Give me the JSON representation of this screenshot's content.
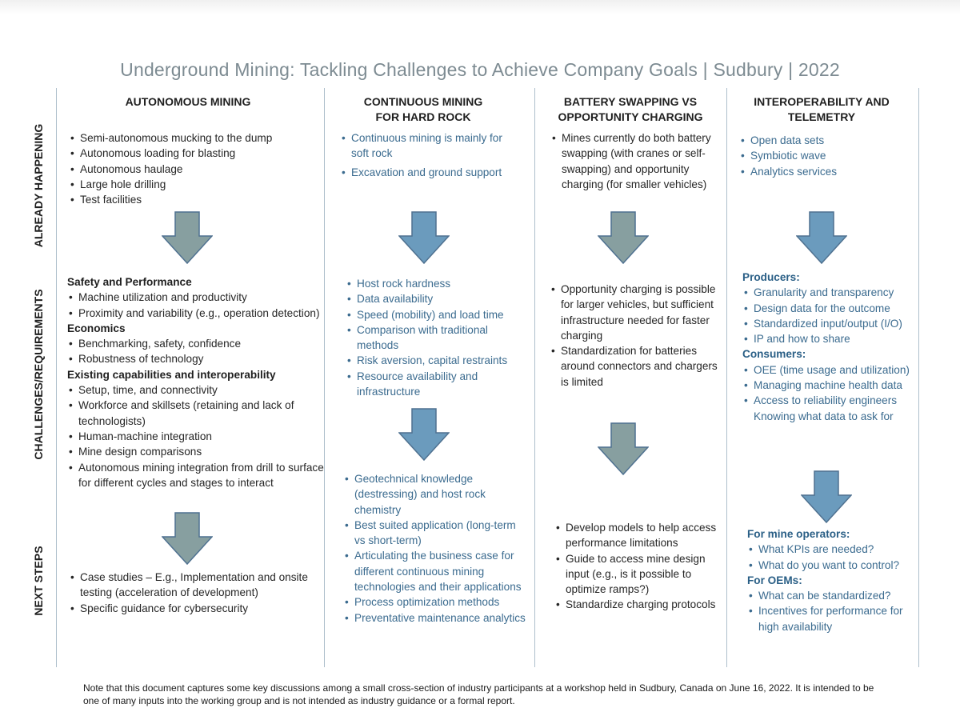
{
  "title": "Underground Mining: Tackling Challenges to Achieve Company Goals | Sudbury | 2022",
  "row_labels": {
    "already": "ALREADY HAPPENING",
    "challenges": "CHALLENGES/REQUIREMENTS",
    "next": "NEXT STEPS"
  },
  "columns": {
    "autonomous": {
      "header": "AUTONOMOUS MINING",
      "already": [
        "Semi-autonomous mucking to the dump",
        "Autonomous loading for blasting",
        "Autonomous haulage",
        "Large hole drilling",
        "Test facilities"
      ],
      "challenges": {
        "safety_head": "Safety and Performance",
        "safety": [
          "Machine utilization and productivity",
          "Proximity and variability (e.g., operation detection)"
        ],
        "economics_head": "Economics",
        "economics": [
          "Benchmarking, safety, confidence",
          "Robustness of technology"
        ],
        "existing_head": "Existing capabilities and interoperability",
        "existing": [
          "Setup, time, and connectivity",
          "Workforce and skillsets (retaining and lack of technologists)",
          "Human-machine integration",
          "Mine design comparisons",
          "Autonomous mining integration from drill to surface for different cycles and stages to interact"
        ]
      },
      "next": [
        "Case studies – E.g., Implementation and onsite testing (acceleration of development)",
        "Specific guidance for cybersecurity"
      ]
    },
    "continuous": {
      "header_line1": "CONTINUOUS MINING",
      "header_line2": "FOR HARD ROCK",
      "already": [
        "Continuous mining is mainly for soft rock",
        "Excavation and ground support"
      ],
      "challenges": [
        "Host rock hardness",
        "Data availability",
        "Speed (mobility) and load time",
        "Comparison with traditional methods",
        "Risk aversion, capital restraints",
        "Resource availability and infrastructure"
      ],
      "next": [
        "Geotechnical knowledge (destressing) and host rock chemistry",
        "Best suited application (long-term vs short-term)",
        "Articulating the business case for different continuous mining technologies and their applications",
        "Process optimization methods",
        "Preventative maintenance analytics"
      ]
    },
    "battery": {
      "header_line1": "BATTERY SWAPPING VS",
      "header_line2": "OPPORTUNITY CHARGING",
      "already": [
        "Mines currently do both battery swapping (with cranes or self-swapping) and opportunity charging (for smaller vehicles)"
      ],
      "challenges": [
        "Opportunity charging is possible for larger vehicles, but sufficient infrastructure needed for faster charging",
        "Standardization for batteries around connectors and chargers is limited"
      ],
      "next": [
        "Develop models to help access performance limitations",
        "Guide to access mine design input (e.g., is it possible to optimize ramps?)",
        "Standardize charging protocols"
      ]
    },
    "interop": {
      "header_line1": "INTEROPERABILITY AND",
      "header_line2": "TELEMETRY",
      "already": [
        "Open data sets",
        "Symbiotic wave",
        "Analytics services"
      ],
      "challenges": {
        "producers_head": "Producers:",
        "producers": [
          "Granularity and transparency",
          "Design data for the outcome",
          "Standardized input/output (I/O)",
          "IP and how to share"
        ],
        "consumers_head": "Consumers:",
        "consumers": [
          "OEE (time usage and utilization)",
          "Managing machine health data",
          "Access to reliability engineers"
        ],
        "consumers_extra": "Knowing what data to ask for"
      },
      "next": {
        "operators_head": "For mine operators:",
        "operators": [
          "What KPIs are needed?",
          "What do you want to control?"
        ],
        "oems_head": "For OEMs:",
        "oems": [
          "What can be standardized?",
          "Incentives for performance for high availability"
        ]
      }
    }
  },
  "note": "Note that this document captures some key discussions among a small cross-section of industry participants at a workshop held in Sudbury, Canada on June 16, 2022. It is intended to be one of many inputs into the working group and is not intended as industry guidance or a formal report.",
  "colors": {
    "arrow_grey": "#879fa0",
    "arrow_blue": "#6b9bbd",
    "arrow_stroke": "#4f7190",
    "text_blue": "#3b6b8f",
    "divider": "#aebfcb",
    "title": "#7d8b92"
  }
}
